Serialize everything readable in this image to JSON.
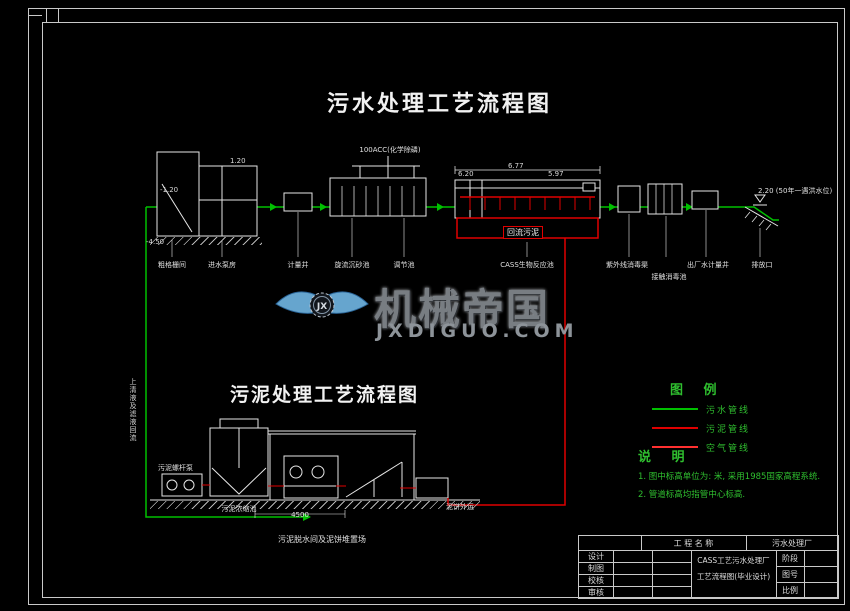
{
  "titles": {
    "main": "污水处理工艺流程图",
    "sludge": "污泥处理工艺流程图"
  },
  "watermark": {
    "brand": "机械帝国",
    "domain": "JXDIGUO.COM",
    "gear": "JX"
  },
  "colors": {
    "sewage": "#00c000",
    "sludge": "#e00000",
    "air": "#ff3030",
    "line": "#e6e6e6"
  },
  "upper_labels": [
    {
      "text": "粗格栅间"
    },
    {
      "text": "进水泵房"
    },
    {
      "text": "计量井"
    },
    {
      "text": "旋流沉砂池"
    },
    {
      "text": "调节池"
    },
    {
      "text": "CASS生物反应池"
    },
    {
      "text": "紫外线消毒渠"
    },
    {
      "text": "接触消毒池"
    },
    {
      "text": "出厂水计量井"
    },
    {
      "text": "排放口"
    }
  ],
  "annotations": {
    "dosing": "100ACC(化学除磷)",
    "return_sludge": "回流污泥",
    "flood": "2.20 (50年一遇洪水位)",
    "supernatant": "上清液及滤液回流"
  },
  "elevations": [
    {
      "text": "-1.20"
    },
    {
      "text": "1.20"
    },
    {
      "text": "-4.50"
    },
    {
      "text": "6.20"
    },
    {
      "text": "6.77"
    },
    {
      "text": "5.97"
    }
  ],
  "lower_labels": [
    {
      "text": "污泥螺杆泵"
    },
    {
      "text": "污泥浓缩池"
    },
    {
      "text": "污泥脱水间及泥饼堆置场"
    },
    {
      "text": "泥饼外运"
    },
    {
      "text": "4500"
    }
  ],
  "legend": {
    "title": "图 例",
    "items": [
      {
        "label": "污水管线",
        "color": "#00c000"
      },
      {
        "label": "污泥管线",
        "color": "#e00000"
      },
      {
        "label": "空气管线",
        "color": "#ff3030"
      }
    ]
  },
  "notes": {
    "title": "说 明",
    "items": [
      "1. 图中标高单位为: 米, 采用1985国家高程系统.",
      "2. 管道标高均指管中心标高."
    ]
  },
  "titleblock": {
    "project_label": "工 程 名 称",
    "project_value": "污水处理厂",
    "drawing_line1": "CASS工艺污水处理厂",
    "drawing_line2": "工艺流程图(毕业设计)",
    "sign_rows": [
      "设计",
      "制图",
      "校核",
      "审核"
    ],
    "meta_rows": [
      "阶段",
      "图号",
      "比例"
    ]
  }
}
